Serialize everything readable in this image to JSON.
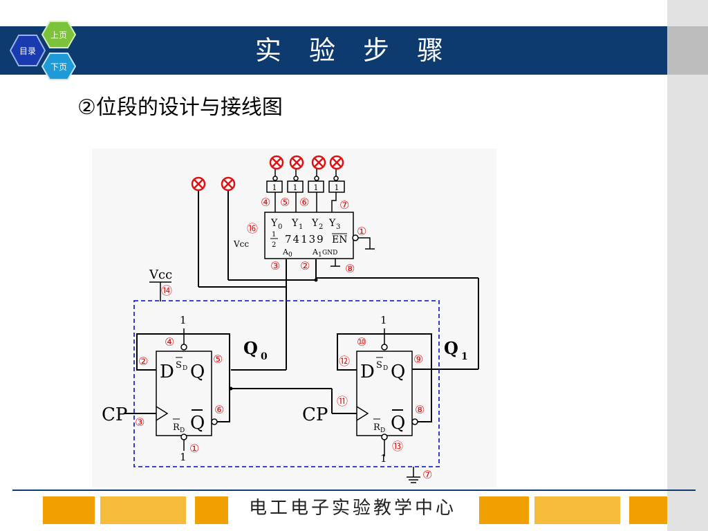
{
  "nav": {
    "menu_label": "目录",
    "prev_label": "上页",
    "next_label": "下页"
  },
  "header": {
    "title": "实 验 步 骤"
  },
  "content": {
    "subtitle": "②位段的设计与接线图"
  },
  "diagram": {
    "chip": {
      "y0": "Y",
      "y1": "Y",
      "y2": "Y",
      "y3": "Y",
      "sub0": "0",
      "sub1": "1",
      "sub2": "2",
      "sub3": "3",
      "frac_top": "1",
      "frac_bottom": "2",
      "name": "74139",
      "en": "EN",
      "a0": "A",
      "a0_sub": "0",
      "a1": "A",
      "a1_sub": "1",
      "gnd": "GND",
      "vcc": "Vcc"
    },
    "gate_label": "1",
    "pins": {
      "p4": "④",
      "p5": "⑤",
      "p6": "⑥",
      "p7": "⑦",
      "p16": "⑯",
      "p1": "①",
      "p3": "③",
      "p2": "②",
      "p8": "⑧",
      "p14": "⑭",
      "p10": "⑩",
      "p11": "⑪",
      "p12": "⑫",
      "p9": "⑨",
      "p13": "⑬"
    },
    "vcc_label": "Vcc",
    "ff0": {
      "d": "D",
      "q": "Q",
      "qbar": "Q",
      "sd": "S",
      "sd_sub": "D",
      "rd": "R",
      "rd_sub": "D",
      "output_label": "Q",
      "output_sub": "0",
      "set_level": "1",
      "reset_level": "1"
    },
    "ff1": {
      "d": "D",
      "q": "Q",
      "qbar": "Q",
      "sd": "S",
      "sd_sub": "D",
      "rd": "R",
      "rd_sub": "D",
      "output_label": "Q",
      "output_sub": "1",
      "set_level": "1",
      "reset_level": "1"
    },
    "cp_label": "CP"
  },
  "footer": {
    "text": "电工电子实验教学中心"
  },
  "colors": {
    "header_bg": "#0d3b70",
    "accent_orange": "#f0a000",
    "pin_red": "#e01010",
    "dashed_blue": "#1c28c8"
  }
}
